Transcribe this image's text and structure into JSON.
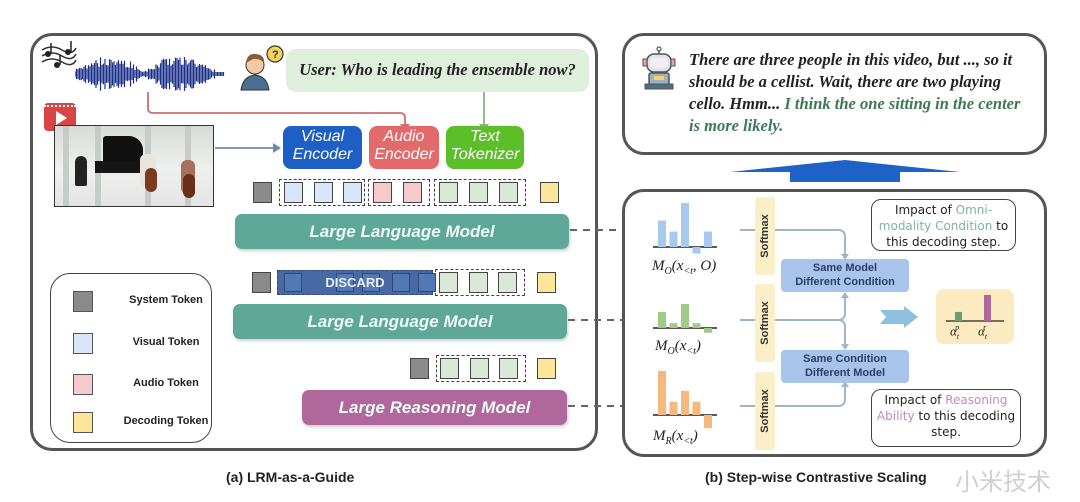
{
  "left_panel": {
    "caption": "(a) LRM-as-a-Guide",
    "user_query": "User: Who is leading the ensemble now?",
    "encoders": [
      {
        "label_line1": "Visual",
        "label_line2": "Encoder",
        "color": "#1d5fc4"
      },
      {
        "label_line1": "Audio",
        "label_line2": "Encoder",
        "color": "#e26a6a"
      },
      {
        "label_line1": "Text",
        "label_line2": "Tokenizer",
        "color": "#5cbf2a"
      }
    ],
    "models": [
      {
        "label": "Large Language Model",
        "color": "#5fa898"
      },
      {
        "label": "Large Language Model",
        "color": "#5fa898"
      },
      {
        "label": "Large Reasoning Model",
        "color": "#b0679b"
      }
    ],
    "discard_label": "DISCARD",
    "legend": [
      {
        "label": "System Token",
        "color": "#8a8a8a"
      },
      {
        "label": "Visual Token",
        "color": "#d9e6fa"
      },
      {
        "label": "Audio Token",
        "color": "#f6c9cc"
      },
      {
        "label": "Decoding Token",
        "color": "#fde59a"
      }
    ],
    "token_colors": {
      "system": "#8a8a8a",
      "visual": "#d9e6fa",
      "audio": "#f6c9cc",
      "text": "#dbe8d9",
      "decoding": "#fde59a",
      "discarded": "#3e62a0"
    },
    "icons": [
      "music-notes-icon",
      "audio-waveform-icon",
      "user-question-icon",
      "video-play-icon",
      "concert-video-thumbnail"
    ]
  },
  "right_panel": {
    "caption": "(b) Step-wise Contrastive Scaling",
    "reasoning_text": {
      "normal": "There are three people in this video, but ..., so it should be a cellist. Wait, there are two playing cello. Hmm...",
      "highlight": "I think the one sitting in the center is more likely.",
      "highlight_color": "#3b7a52"
    },
    "distributions": [
      {
        "label_main": "M",
        "label_sub": "O",
        "label_args": "(x",
        "label_args_sub": "<t",
        "label_tail": ", O)",
        "color": "#a8c8ec",
        "values": [
          0.6,
          0.35,
          1.0,
          -0.15,
          0.35
        ]
      },
      {
        "label_main": "M",
        "label_sub": "O",
        "label_args": "(x",
        "label_args_sub": "<t",
        "label_tail": ")",
        "color": "#9fcb86",
        "values": [
          0.5,
          0.15,
          0.75,
          0.15,
          -0.15
        ]
      },
      {
        "label_main": "M",
        "label_sub": "R",
        "label_args": "(x",
        "label_args_sub": "<t",
        "label_tail": ")",
        "color": "#f4b97e",
        "values": [
          1.0,
          0.3,
          0.55,
          0.3,
          -0.3
        ]
      }
    ],
    "softmax_label": "Softmax",
    "conditions": [
      {
        "line1": "Same Model",
        "line2": "Different Condition"
      },
      {
        "line1": "Same Condition",
        "line2": "Different Model"
      }
    ],
    "impact_omni": {
      "prefix": "Impact of ",
      "highlight": "Omni-modality Condition",
      "suffix": " to this decoding step.",
      "highlight_color": "#7fb3a6"
    },
    "impact_reason": {
      "prefix": "Impact of ",
      "highlight": "Reasoning Ability",
      "suffix": " to this decoding step.",
      "highlight_color": "#c58bb5"
    },
    "alpha": {
      "labels": [
        "α_t^p",
        "α_t^r"
      ],
      "values": [
        0.35,
        1.0
      ],
      "colors": [
        "#6b9c7d",
        "#b0679b"
      ]
    }
  },
  "watermark": "小米技术"
}
